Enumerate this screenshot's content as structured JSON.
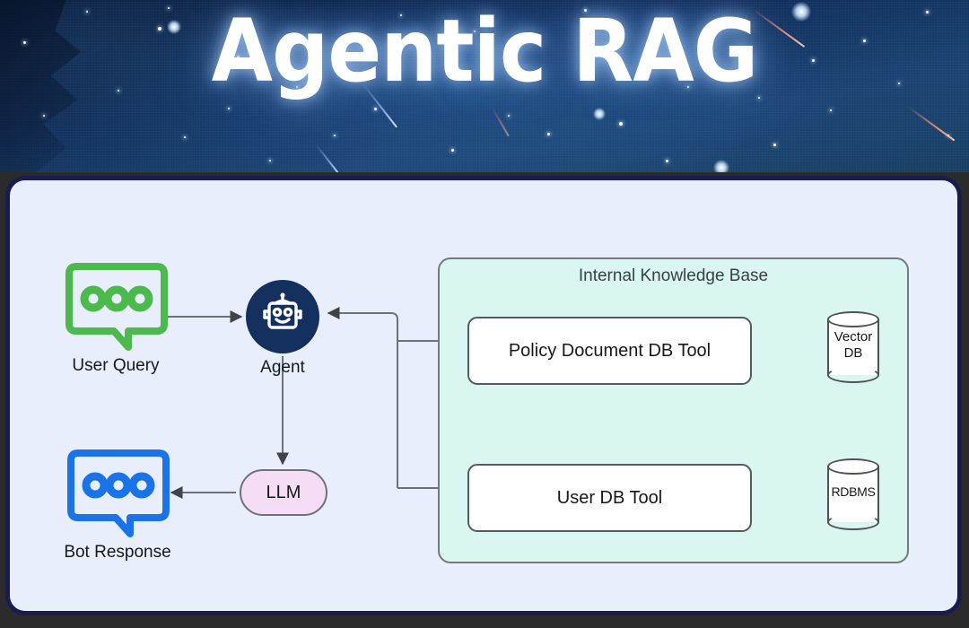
{
  "banner": {
    "title": "Agentic RAG",
    "background_description": "night-sky-starfield"
  },
  "diagram": {
    "card_border_color": "#1a1c4e",
    "card_background_color": "#e9eefc",
    "nodes": {
      "user_query": {
        "label": "User Query",
        "icon": "speech-bubble-icon",
        "color": "#4cb94c"
      },
      "agent": {
        "label": "Agent",
        "icon": "robot-icon",
        "color": "#13305e"
      },
      "llm": {
        "label": "LLM",
        "color": "#f6ddf6"
      },
      "bot_response": {
        "label": "Bot Response",
        "icon": "speech-bubble-icon",
        "color": "#1a73e8"
      }
    },
    "knowledge_base": {
      "title": "Internal Knowledge Base",
      "background_color": "#d9f6f1",
      "tools": [
        {
          "label": "Policy Document DB Tool",
          "store": "Vector\nDB",
          "store_icon": "database-cylinder-icon"
        },
        {
          "label": "User DB Tool",
          "store": "RDBMS",
          "store_icon": "database-cylinder-icon"
        }
      ]
    },
    "edges": [
      {
        "from": "User Query",
        "to": "Agent"
      },
      {
        "from": "Agent",
        "to": "LLM"
      },
      {
        "from": "LLM",
        "to": "Bot Response"
      },
      {
        "from": "Agent",
        "to": "Policy Document DB Tool"
      },
      {
        "from": "Agent",
        "to": "User DB Tool"
      },
      {
        "from": "Policy Document DB Tool",
        "to": "Vector DB",
        "bidirectional": true
      },
      {
        "from": "User DB Tool",
        "to": "RDBMS",
        "bidirectional": true
      },
      {
        "from": "Knowledge Base",
        "to": "Agent"
      }
    ]
  }
}
